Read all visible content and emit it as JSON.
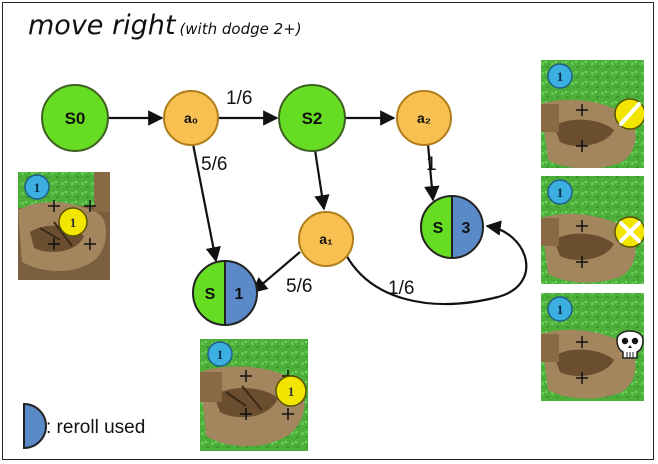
{
  "title": {
    "main": "move right",
    "subtitle": "(with dodge 2+)"
  },
  "nodes": {
    "s0": "S0",
    "a0": "a₀",
    "s2": "S2",
    "a2": "a₂",
    "a1": "a₁",
    "s1_left": "S",
    "s1_right": "1",
    "s3_left": "S",
    "s3_right": "3"
  },
  "edges": {
    "a0_s2": "1/6",
    "a0_s1": "5/6",
    "a2_s3": "1",
    "a1_s1": "5/6",
    "a1_s3": "1/6"
  },
  "legend": {
    "text": ": reroll used"
  },
  "tiles": {
    "s0": {
      "badge_blue": "1",
      "badge_yellow": "1"
    },
    "s1": {
      "badge_blue": "1",
      "badge_yellow": "1"
    },
    "right_top": {
      "badge_blue": "1",
      "marker": "slash"
    },
    "right_mid": {
      "badge_blue": "1",
      "marker": "x"
    },
    "right_bottom": {
      "badge_blue": "1",
      "marker": "skull"
    }
  },
  "colors": {
    "state_green": "#66dd22",
    "action_orange": "#f8c050",
    "reroll_blue": "#5b8ac8",
    "badge_blue": "#3bb0e0",
    "badge_yellow": "#f2e600",
    "grass": "#4caf3a"
  }
}
